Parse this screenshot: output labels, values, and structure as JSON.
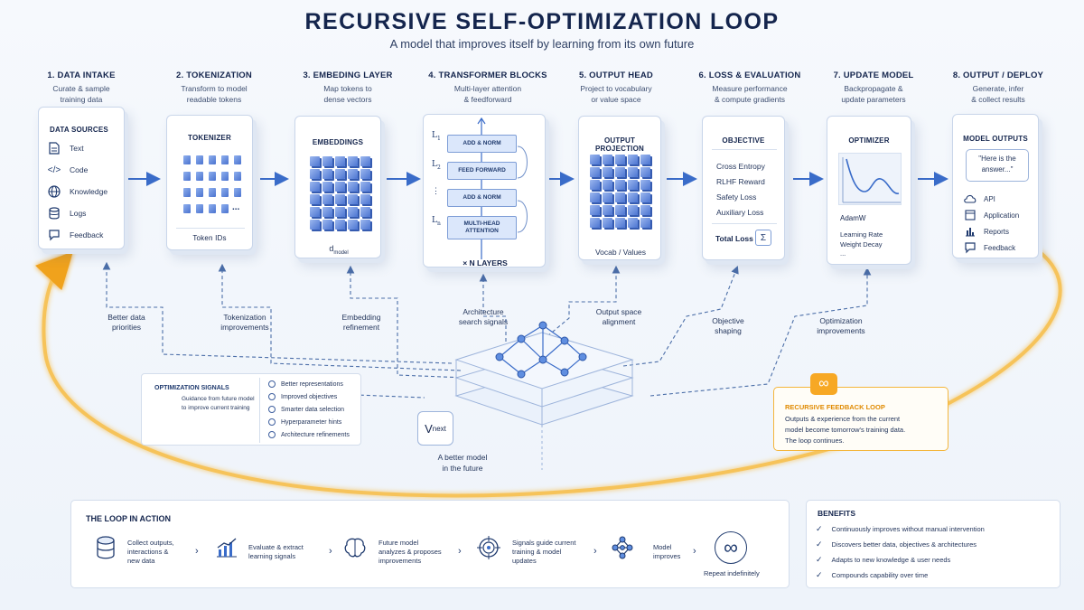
{
  "header": {
    "title": "RECURSIVE SELF-OPTIMIZATION LOOP",
    "subtitle": "A model that improves itself by learning from its own future"
  },
  "stages": [
    {
      "title": "1. DATA INTAKE",
      "desc1": "Curate & sample",
      "desc2": "training data"
    },
    {
      "title": "2. TOKENIZATION",
      "desc1": "Transform to model",
      "desc2": "readable tokens"
    },
    {
      "title": "3. EMBEDING LAYER",
      "desc1": "Map tokens to",
      "desc2": "dense vectors"
    },
    {
      "title": "4. TRANSFORMER BLOCKS",
      "desc1": "Multi-layer attention",
      "desc2": "& feedforward"
    },
    {
      "title": "5. OUTPUT HEAD",
      "desc1": "Project to vocabulary",
      "desc2": "or value space"
    },
    {
      "title": "6. LOSS & EVALUATION",
      "desc1": "Measure performance",
      "desc2": "& compute gradients"
    },
    {
      "title": "7. UPDATE MODEL",
      "desc1": "Backpropagate &",
      "desc2": "update parameters"
    },
    {
      "title": "8. OUTPUT / DEPLOY",
      "desc1": "Generate, infer",
      "desc2": "& collect results"
    }
  ],
  "data_sources": {
    "title": "DATA SOURCES",
    "items": [
      {
        "label": "Text",
        "icon": "document-icon"
      },
      {
        "label": "Code",
        "icon": "code-icon"
      },
      {
        "label": "Knowledge",
        "icon": "globe-icon"
      },
      {
        "label": "Logs",
        "icon": "database-icon"
      },
      {
        "label": "Feedback",
        "icon": "chat-icon"
      }
    ]
  },
  "tokenizer": {
    "title": "TOKENIZER",
    "ellipsis": "...",
    "footer": "Token IDs"
  },
  "embeddings": {
    "title": "EMBEDDINGS",
    "footer_main": "d",
    "footer_sub": "model"
  },
  "transformer": {
    "blocks": [
      "ADD & NORM",
      "FEED FORWARD",
      "ADD & NORM",
      "MULTI-HEAD ATTENTION"
    ],
    "layer_labels": [
      {
        "main": "L",
        "sub": "1"
      },
      {
        "main": "L",
        "sub": "2"
      },
      {
        "main": "⋮",
        "sub": ""
      },
      {
        "main": "L",
        "sub": "n"
      }
    ],
    "footer": "× N LAYERS"
  },
  "output_projection": {
    "title": "OUTPUT PROJECTION",
    "footer": "Vocab / Values"
  },
  "objective": {
    "title": "OBJECTIVE",
    "items": [
      "Cross Entropy",
      "RLHF Reward",
      "Safety Loss",
      "Auxiliary Loss"
    ],
    "total_label": "Total Loss",
    "total_symbol": "Σ"
  },
  "optimizer": {
    "title": "OPTIMIZER",
    "name": "AdamW",
    "params": [
      "Learning Rate",
      "Weight Decay",
      "..."
    ]
  },
  "model_outputs": {
    "title": "MODEL OUTPUTS",
    "bubble": [
      "\"Here is the",
      "answer...\""
    ],
    "items": [
      {
        "label": "API",
        "icon": "cloud-icon"
      },
      {
        "label": "Application",
        "icon": "app-window-icon"
      },
      {
        "label": "Reports",
        "icon": "bar-chart-icon"
      },
      {
        "label": "Feedback",
        "icon": "chat-icon"
      }
    ]
  },
  "signals": [
    {
      "l1": "Better data",
      "l2": "priorities"
    },
    {
      "l1": "Tokenization",
      "l2": "improvements"
    },
    {
      "l1": "Embedding",
      "l2": "refinement"
    },
    {
      "l1": "Architecture",
      "l2": "search signals"
    },
    {
      "l1": "Output space",
      "l2": "alignment"
    },
    {
      "l1": "Objective",
      "l2": "shaping"
    },
    {
      "l1": "Optimization",
      "l2": "improvements"
    }
  ],
  "future_model": {
    "badge_main": "V",
    "badge_sub": "next",
    "caption1": "A better model",
    "caption2": "in the future"
  },
  "optimization_signals": {
    "title": "OPTIMIZATION SIGNALS",
    "desc1": "Guidance from future model",
    "desc2": "to improve current training",
    "items": [
      {
        "label": "Better representations",
        "icon": "layers-icon"
      },
      {
        "label": "Improved objectives",
        "icon": "target-icon"
      },
      {
        "label": "Smarter data selection",
        "icon": "database-icon"
      },
      {
        "label": "Hyperparameter hints",
        "icon": "magnifier-icon"
      },
      {
        "label": "Architecture refinements",
        "icon": "network-icon"
      }
    ]
  },
  "recursive_loop": {
    "icon_symbol": "∞",
    "title": "RECURSIVE FEEDBACK LOOP",
    "lines": [
      "Outputs & experience from the current",
      "model become tomorrow's training data.",
      "The loop continues."
    ]
  },
  "loop_in_action": {
    "title": "THE LOOP IN ACTION",
    "steps": [
      {
        "lines": [
          "Collect outputs,",
          "interactions &",
          "new data"
        ],
        "icon": "database-icon"
      },
      {
        "lines": [
          "Evaluate & extract",
          "learning signals"
        ],
        "icon": "trend-chart-icon"
      },
      {
        "lines": [
          "Future model",
          "analyzes & proposes",
          "improvements"
        ],
        "icon": "brain-icon"
      },
      {
        "lines": [
          "Signals guide current",
          "training & model",
          "updates"
        ],
        "icon": "target-icon"
      },
      {
        "lines": [
          "Model",
          "improves"
        ],
        "icon": "network-icon"
      },
      {
        "lines": [
          "Repeat indefinitely"
        ],
        "icon": "infinity-icon",
        "symbol": "∞"
      }
    ]
  },
  "benefits": {
    "title": "BENEFITS",
    "check": "✓",
    "items": [
      "Continuously improves without manual intervention",
      "Discovers better data, objectives & architectures",
      "Adapts to new knowledge & user needs",
      "Compounds capability over time"
    ]
  },
  "colors": {
    "primary": "#14254d",
    "accent_blue": "#3a6cc9",
    "loop_gold": "#f4b63c",
    "card_border": "#c9d6ea"
  }
}
